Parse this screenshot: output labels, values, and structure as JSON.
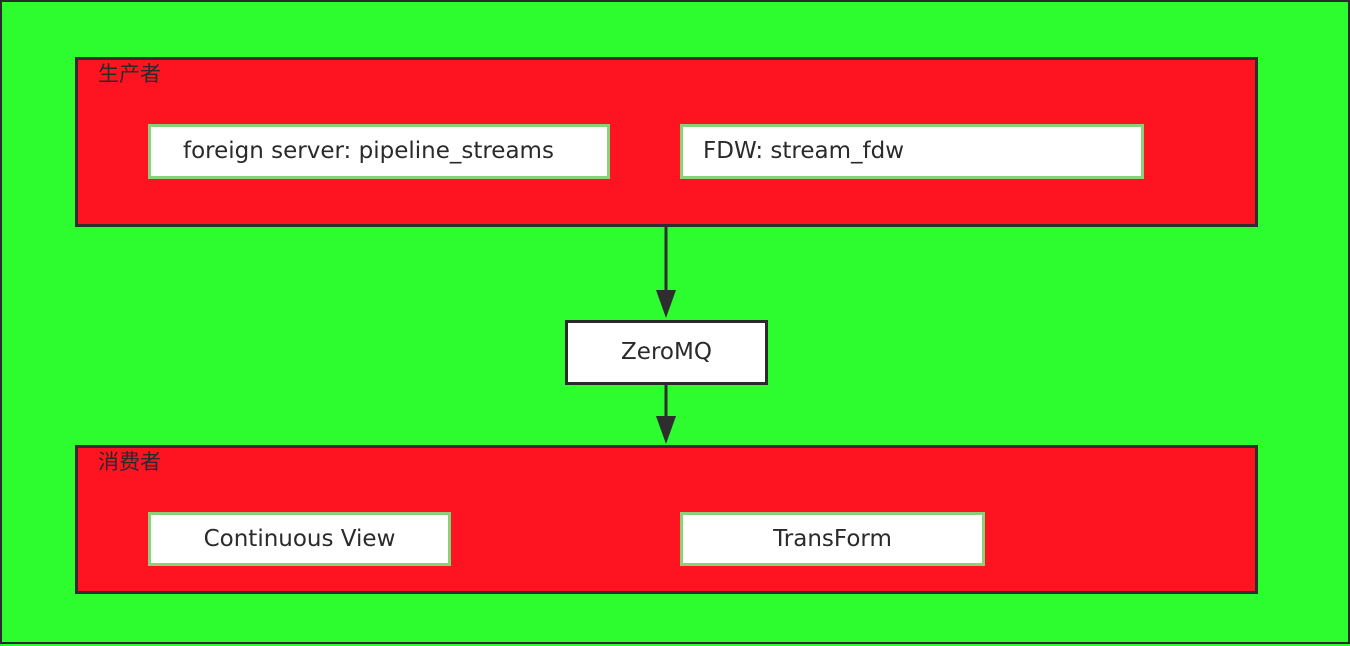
{
  "producer": {
    "label": "生产者",
    "nodes": [
      "foreign server: pipeline_streams",
      "FDW: stream_fdw"
    ]
  },
  "broker": {
    "label": "ZeroMQ"
  },
  "consumer": {
    "label": "消费者",
    "nodes": [
      "Continuous View",
      "TransForm"
    ]
  },
  "colors": {
    "background": "#2dfc2f",
    "group_fill": "#fd1420",
    "node_fill": "#ffffff",
    "node_border": "#8ad27a",
    "outline": "#2e2e2e"
  }
}
